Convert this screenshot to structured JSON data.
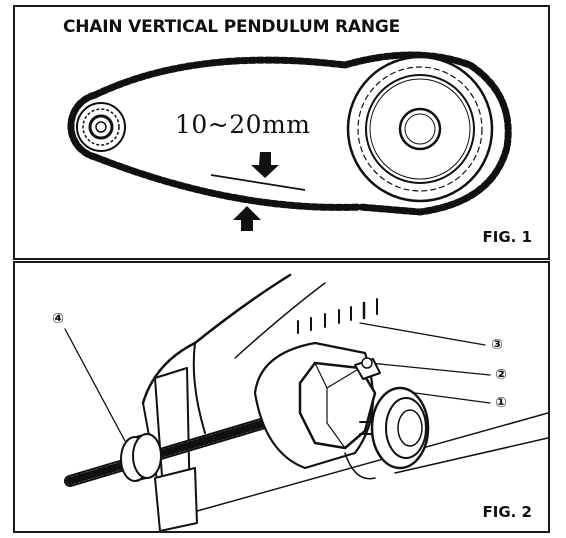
{
  "fig1": {
    "title": "CHAIN VERTICAL PENDULUM RANGE",
    "range_text": "10~20mm",
    "label": "FIG. 1"
  },
  "fig2": {
    "label": "FIG. 2",
    "callouts": [
      "④",
      "③",
      "②",
      "①"
    ]
  }
}
